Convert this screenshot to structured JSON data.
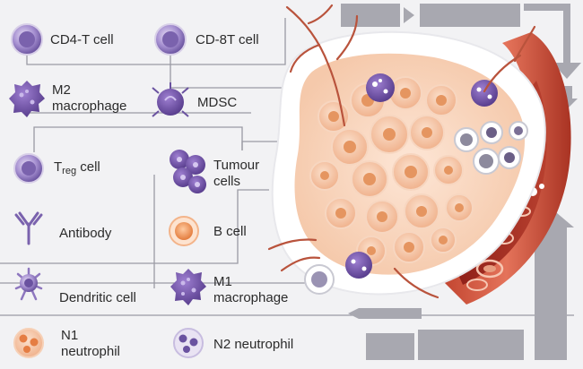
{
  "legend": {
    "cd4_t_cell": "CD4-T cell",
    "cd8_t_cell": "CD-8T cell",
    "m2_macrophage": [
      "M2",
      "macrophage"
    ],
    "mdsc": "MDSC",
    "treg_cell": {
      "main": "T",
      "sub": "reg",
      "rest": " cell"
    },
    "tumour_cells": [
      "Tumour",
      "cells"
    ],
    "antibody": "Antibody",
    "b_cell": "B cell",
    "dendritic_cell": "Dendritic cell",
    "m1_macrophage": [
      "M1",
      "macrophage"
    ],
    "n1_neutrophil": [
      "N1",
      "neutrophil"
    ],
    "n2_neutrophil": "N2 neutrophil"
  },
  "icons": [
    "cd4-t-cell-icon",
    "cd8-t-cell-icon",
    "m2-macrophage-icon",
    "mdsc-icon",
    "treg-cell-icon",
    "tumour-cells-icon",
    "antibody-icon",
    "b-cell-icon",
    "dendritic-cell-icon",
    "m1-macrophage-icon",
    "n1-neutrophil-icon",
    "n2-neutrophil-icon"
  ],
  "colors": {
    "background": "#f2f2f4",
    "connector": "#9a9aa3",
    "arrow_gray": "#a8a8b0",
    "lymphocyte_purple": "#8a72b8",
    "tumour_peach": "#f4c3a4",
    "vessel_red": "#b83a2a",
    "b_cell_orange": "#e9884f"
  }
}
